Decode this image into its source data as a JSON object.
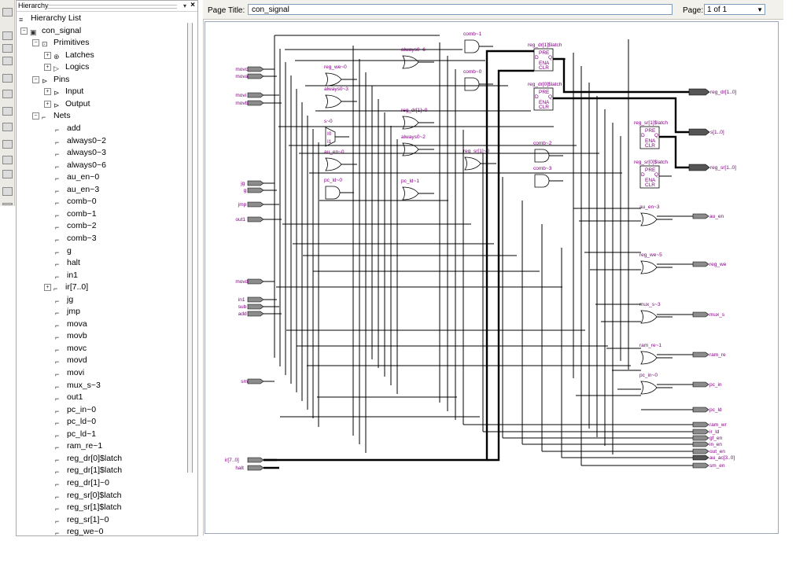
{
  "hierarchy": {
    "panel_title": "Hierarchy",
    "root": "Hierarchy List",
    "design": "con_signal",
    "primitives": "Primitives",
    "latches": "Latches",
    "logics": "Logics",
    "pins": "Pins",
    "input": "Input",
    "output": "Output",
    "nets_label": "Nets",
    "nets": [
      "add",
      "always0~2",
      "always0~3",
      "always0~6",
      "au_en~0",
      "au_en~3",
      "comb~0",
      "comb~1",
      "comb~2",
      "comb~3",
      "g",
      "halt",
      "in1",
      "ir[7..0]",
      "jg",
      "jmp",
      "mova",
      "movb",
      "movc",
      "movd",
      "movi",
      "mux_s~3",
      "out1",
      "pc_in~0",
      "pc_ld~0",
      "pc_ld~1",
      "ram_re~1",
      "reg_dr[0]$latch",
      "reg_dr[1]$latch",
      "reg_dr[1]~0",
      "reg_sr[0]$latch",
      "reg_sr[1]$latch",
      "reg_sr[1]~0",
      "reg_we~0"
    ]
  },
  "header": {
    "page_title_label": "Page Title:",
    "page_title_value": "con_signal",
    "page_label": "Page:",
    "page_value": "1 of 1",
    "dropdown_arrow": "▼"
  },
  "schematic": {
    "inputs": [
      "movc",
      "mova",
      "movi",
      "movb",
      "jg",
      "g",
      "jmp",
      "out1",
      "movd",
      "in1",
      "sub",
      "add",
      "sm",
      "ir[7..0]",
      "halt"
    ],
    "outputs_bus": [
      "reg_dr[1..0]",
      "s[1..0]",
      "reg_sr[1..0]"
    ],
    "outputs": [
      "au_en",
      "reg_we",
      "mux_s",
      "ram_re",
      "pc_in",
      "pc_ld"
    ],
    "outputs_bottom": [
      "ram_wr",
      "ir_ld",
      "gf_en",
      "in_en",
      "out_en",
      "au_ac[3..0]",
      "sm_en"
    ],
    "gates": [
      "comb~1",
      "reg_we~0",
      "always0~6",
      "comb~0",
      "always0~3",
      "reg_dr[1]~0",
      "s~0",
      "au_en~0",
      "always0~2",
      "reg_sr[1]~0",
      "comb~2",
      "comb~3",
      "pc_ld~0",
      "pc_ld~1",
      "au_en~3",
      "reg_we~5",
      "mux_s~3",
      "ram_re~1",
      "pc_in~0"
    ],
    "latch_titles": [
      "reg_dr[1]$latch",
      "reg_dr[0]$latch",
      "reg_sr[1]$latch",
      "reg_sr[0]$latch"
    ],
    "latch_pins": {
      "pre": "PRE",
      "d": "D",
      "q": "Q",
      "ena": "ENA",
      "clr": "CLR"
    },
    "mux_pins": {
      "s": "s",
      "i0": "I0",
      "i1": "I1"
    }
  }
}
